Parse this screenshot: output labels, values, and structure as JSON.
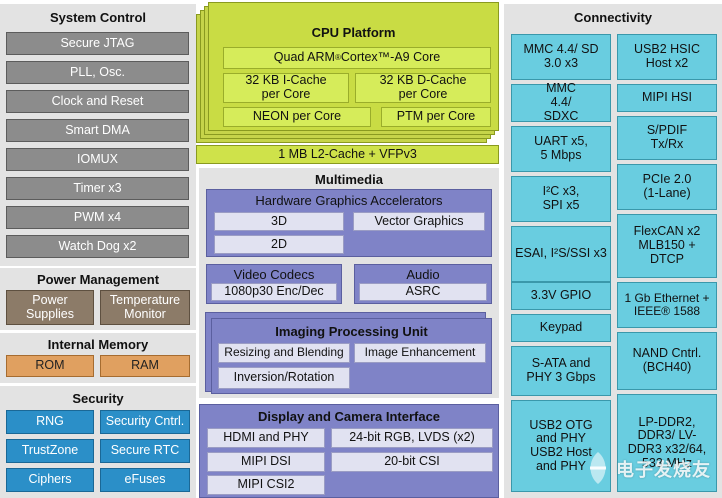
{
  "system_control": {
    "title": "System Control",
    "items": [
      "Secure JTAG",
      "PLL, Osc.",
      "Clock and Reset",
      "Smart DMA",
      "IOMUX",
      "Timer x3",
      "PWM x4",
      "Watch Dog x2"
    ]
  },
  "power_management": {
    "title": "Power Management",
    "power_supplies": "Power Supplies",
    "temperature_monitor": "Temperature Monitor"
  },
  "internal_memory": {
    "title": "Internal Memory",
    "rom": "ROM",
    "ram": "RAM"
  },
  "security": {
    "title": "Security",
    "items": [
      "RNG",
      "Security Cntrl.",
      "TrustZone",
      "Secure RTC",
      "Ciphers",
      "eFuses"
    ]
  },
  "cpu_platform": {
    "title": "CPU Platform",
    "core_prefix": "Quad ARM",
    "core_reg": "®",
    "core_mid": " Cortex",
    "core_tm": "™",
    "core_suffix": "-A9 Core",
    "icache": "32 KB I-Cache per Core",
    "dcache": "32 KB D-Cache per Core",
    "neon": "NEON per Core",
    "ptm": "PTM per Core",
    "l2": "1 MB L2-Cache + VFPv3"
  },
  "multimedia": {
    "title": "Multimedia",
    "hga": {
      "title": "Hardware Graphics Accelerators",
      "g3d": "3D",
      "g2d": "2D",
      "vector": "Vector Graphics"
    },
    "video": {
      "title": "Video Codecs",
      "value": "1080p30 Enc/Dec"
    },
    "audio": {
      "title": "Audio",
      "value": "ASRC"
    },
    "ipu": {
      "title": "Imaging Processing Unit",
      "resizing": "Resizing and Blending",
      "enhancement": "Image Enhancement",
      "inversion": "Inversion/Rotation"
    }
  },
  "display": {
    "title": "Display and Camera Interface",
    "hdmi": "HDMI and PHY",
    "rgb": "24-bit RGB, LVDS (x2)",
    "dsi": "MIPI DSI",
    "csi20": "20-bit CSI",
    "csi2": "MIPI CSI2"
  },
  "connectivity": {
    "title": "Connectivity",
    "left": [
      "MMC 4.4/ SD 3.0 x3",
      "MMC 4.4/ SDXC",
      "UART x5, 5 Mbps",
      "I²C x3, SPI x5",
      "ESAI, I²S/SSI x3",
      "3.3V GPIO",
      "Keypad",
      "S-ATA and PHY 3 Gbps",
      "USB2 OTG and PHY USB2 Host and PHY"
    ],
    "right": [
      "USB2 HSIC Host x2",
      "MIPI HSI",
      "S/PDIF Tx/Rx",
      "PCIe 2.0 (1-Lane)",
      "FlexCAN x2 MLB150 + DTCP",
      "1 Gb Ethernet + IEEE® 1588",
      "NAND Cntrl. (BCH40)",
      "LP-DDR2, DDR3/ LV-DDR3 x32/64, 533 MHz"
    ]
  },
  "watermark": "电子发烧友"
}
